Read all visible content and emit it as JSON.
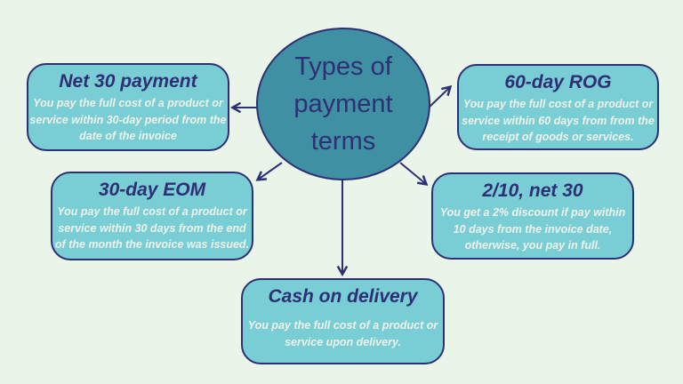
{
  "palette": {
    "background": "#eaf5ea",
    "box_fill": "#79cdd4",
    "circle_fill": "#3f90a3",
    "navy": "#2e2f75",
    "body_text": "#eff3e9"
  },
  "center": {
    "lines": [
      "Types of",
      "payment",
      "terms"
    ]
  },
  "nodes": [
    {
      "title": "Net 30 payment",
      "body_lines": [
        "You pay the full cost of a product or",
        "service within 30-day period from the",
        "date of the invoice"
      ]
    },
    {
      "title": "60-day ROG",
      "body_lines": [
        "You pay the full cost of a product or",
        "service within 60 days from from the",
        "receipt of goods or services."
      ]
    },
    {
      "title": "30-day EOM",
      "body_lines": [
        "You pay the full cost of a product or",
        "service within 30 days from the end",
        "of the month the invoice was issued."
      ]
    },
    {
      "title": "2/10, net 30",
      "body_lines": [
        "You get a 2% discount if pay within",
        "10 days from the invoice date,",
        "otherwise, you pay in full."
      ]
    },
    {
      "title": "Cash on delivery",
      "body_lines": [
        "You pay the full cost of a product or",
        "service upon delivery."
      ]
    }
  ]
}
